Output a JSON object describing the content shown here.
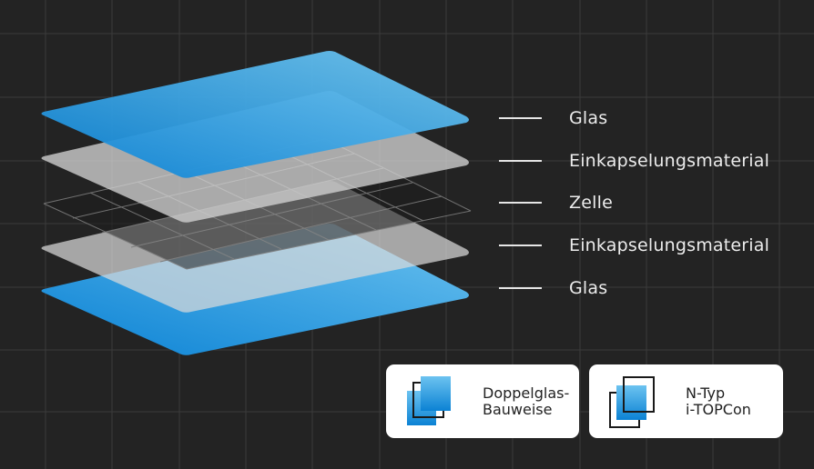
{
  "diagram": {
    "title_hidden": "Solar module layer structure",
    "layers": [
      {
        "label": "Glas",
        "material": "glass",
        "color_from": "#0e86d6",
        "color_to": "#6cc3f0"
      },
      {
        "label": "Einkapselungsmaterial",
        "material": "encapsulant",
        "color": "#bfbfbf"
      },
      {
        "label": "Zelle",
        "material": "cell-grid",
        "color": "#bdbdbd"
      },
      {
        "label": "Einkapselungsmaterial",
        "material": "encapsulant",
        "color": "#bfbfbf"
      },
      {
        "label": "Glas",
        "material": "glass",
        "color_from": "#0e86d6",
        "color_to": "#6cc3f0"
      }
    ]
  },
  "features": [
    {
      "line1": "Doppelglas-",
      "line2": "Bauweise",
      "icon": "double-glass-icon"
    },
    {
      "line1": "N-Typ",
      "line2": "i-TOPCon",
      "icon": "n-type-cell-icon"
    }
  ],
  "colors": {
    "background": "#232323",
    "grid": "#3a3a3a",
    "accent_blue": "#1a8fdc",
    "label_text": "#ececec"
  }
}
